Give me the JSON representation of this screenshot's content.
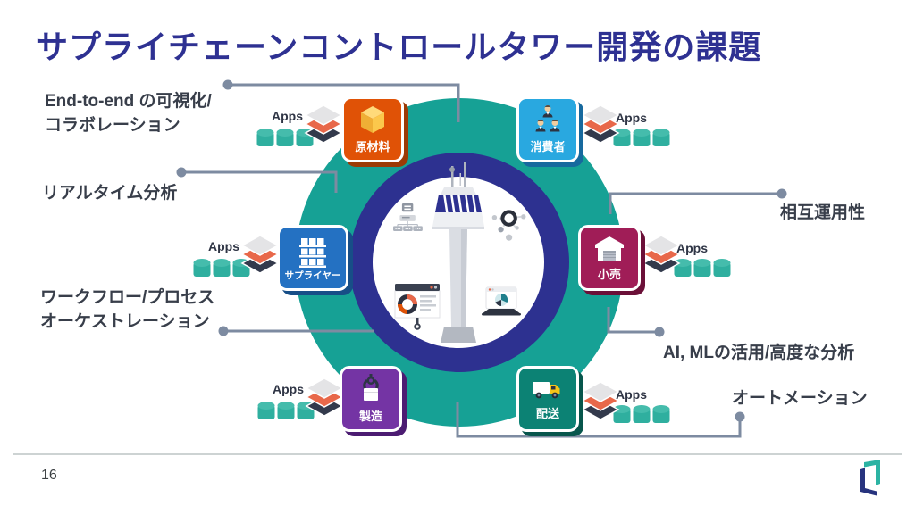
{
  "slide": {
    "title": "サプライチェーンコントロールタワー開発の課題",
    "page_number": "16"
  },
  "apps_label": "Apps",
  "left_labels": [
    {
      "id": "end-to-end-visibility",
      "lines": [
        "End-to-end の可視化/",
        "コラボレーション"
      ]
    },
    {
      "id": "realtime-analytics",
      "lines": [
        "リアルタイム分析"
      ]
    },
    {
      "id": "workflow-orchestration",
      "lines": [
        "ワークフロー/プロセス",
        "オーケストレーション"
      ]
    }
  ],
  "right_labels": [
    {
      "id": "interoperability",
      "lines": [
        "相互運用性"
      ]
    },
    {
      "id": "ai-ml-analytics",
      "lines": [
        "AI, MLの活用/高度な分析"
      ]
    },
    {
      "id": "automation",
      "lines": [
        "オートメーション"
      ]
    }
  ],
  "nodes": [
    {
      "id": "raw-materials",
      "label": "原材料",
      "color": "#E05206",
      "shadow": "#9C3A05"
    },
    {
      "id": "consumers",
      "label": "消費者",
      "color": "#29A8E0",
      "shadow": "#17699E"
    },
    {
      "id": "supplier",
      "label": "サプライヤー",
      "color": "#2471C2",
      "shadow": "#174E87"
    },
    {
      "id": "retail",
      "label": "小売",
      "color": "#A01D57",
      "shadow": "#6B1038"
    },
    {
      "id": "manufacturing",
      "label": "製造",
      "color": "#7434A4",
      "shadow": "#4C1C72"
    },
    {
      "id": "delivery",
      "label": "配送",
      "color": "#0C8274",
      "shadow": "#07564C"
    }
  ],
  "palette": {
    "title_navy": "#2E3192",
    "teal_circle": "#16A195",
    "navy_ring": "#2D3190",
    "connector_gray": "#7D8BA1",
    "label_text": "#383E4A",
    "apps_cylinder_teal": "#2FAF9F",
    "diamond_gray": "#E4E4E6",
    "diamond_orange": "#E8684A",
    "diamond_dark": "#333A4C",
    "logo_teal": "#2BB3A3",
    "logo_navy": "#27337E"
  }
}
